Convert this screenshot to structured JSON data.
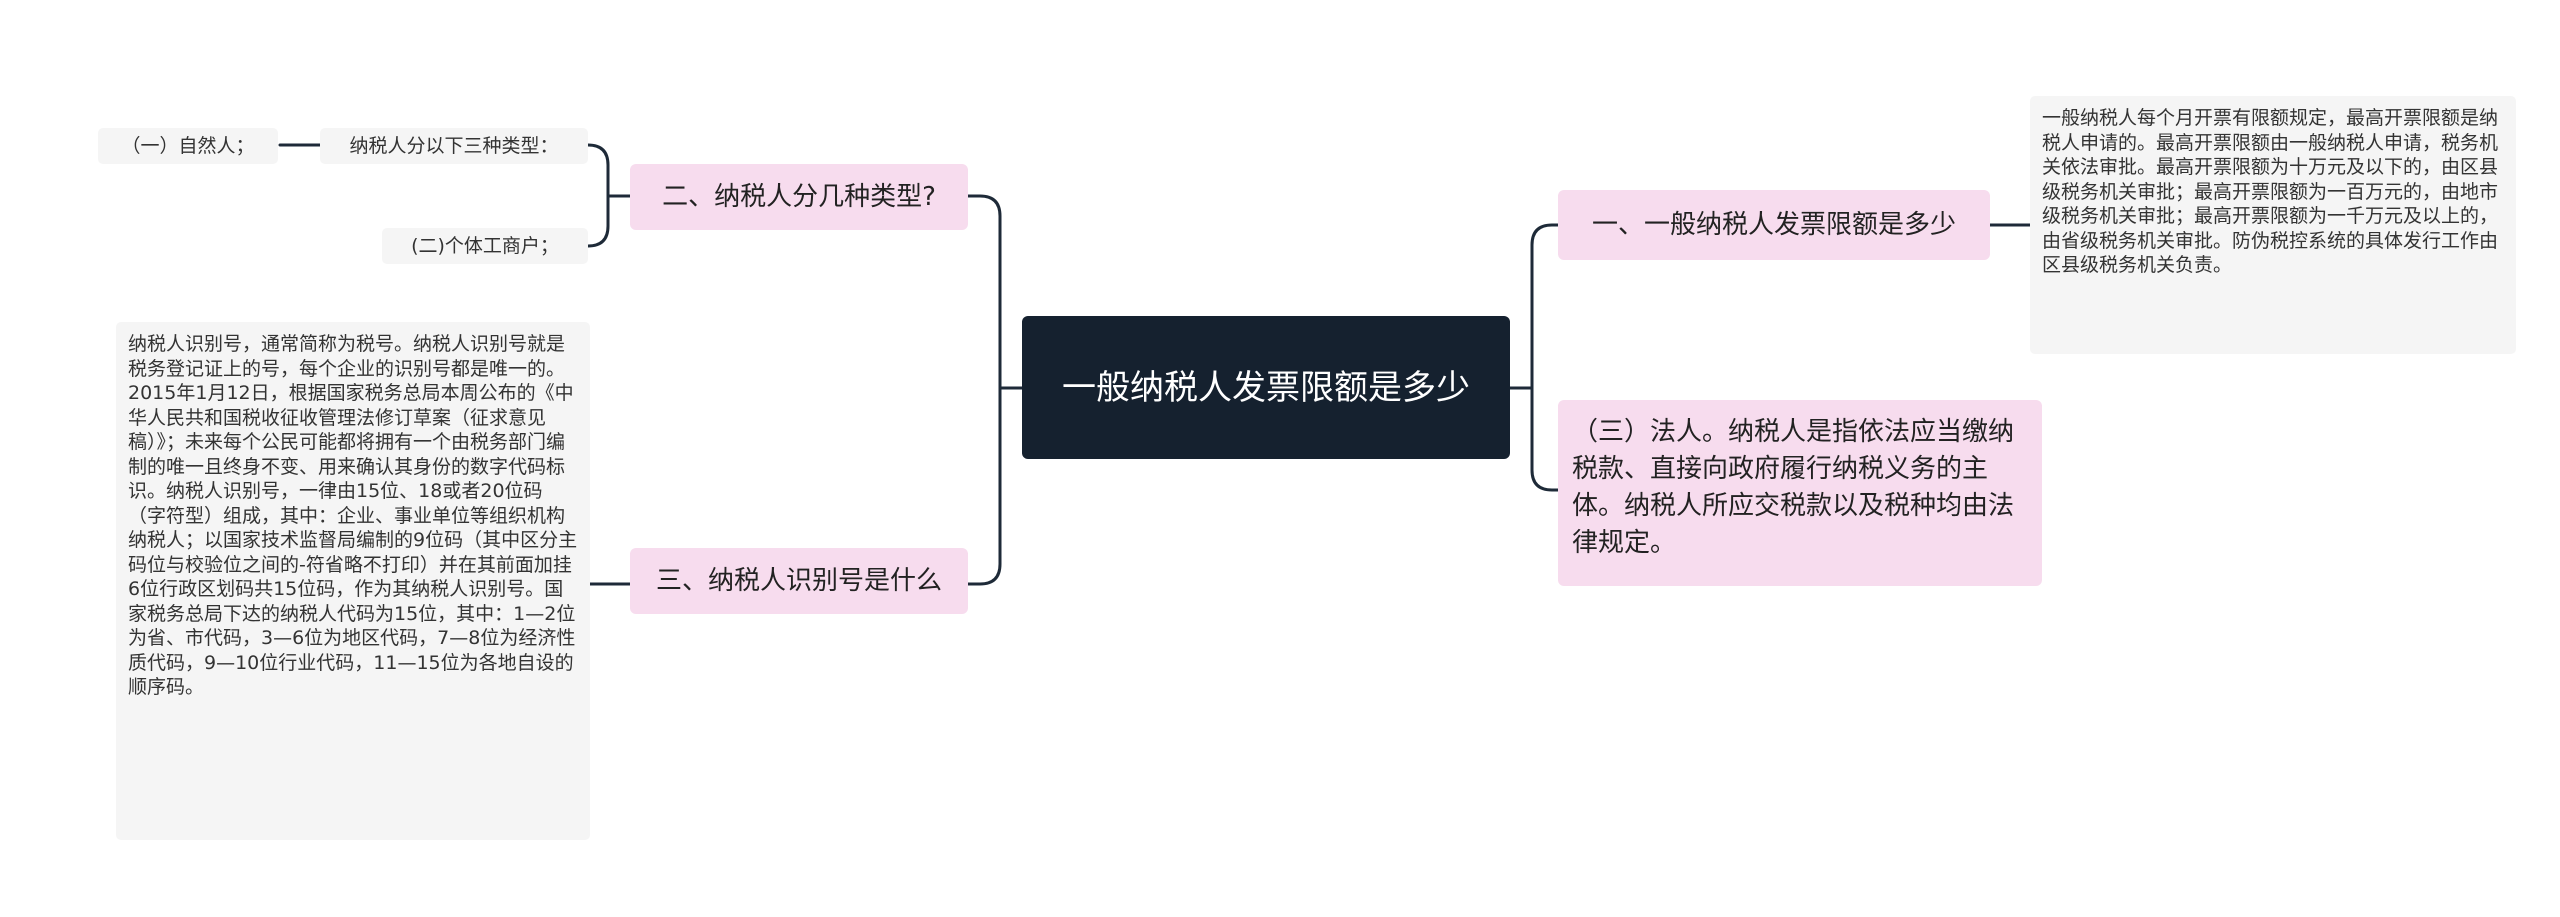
{
  "mindmap": {
    "root": "一般纳税人发票限额是多少",
    "left": [
      {
        "label": "二、纳税人分几种类型?",
        "children": [
          {
            "label": "纳税人分以下三种类型：",
            "children": [
              {
                "label": "（一）自然人；"
              }
            ]
          },
          {
            "label": "(二)个体工商户；"
          }
        ]
      },
      {
        "label": "三、纳税人识别号是什么",
        "children": [
          {
            "label": "纳税人识别号，通常简称为税号。纳税人识别号就是税务登记证上的号，每个企业的识别号都是唯一的。2015年1月12日，根据国家税务总局本周公布的《中华人民共和国税收征收管理法修订草案（征求意见稿）》；未来每个公民可能都将拥有一个由税务部门编制的唯一且终身不变、用来确认其身份的数字代码标识。纳税人识别号，一律由15位、18或者20位码（字符型）组成，其中：企业、事业单位等组织机构纳税人；以国家技术监督局编制的9位码（其中区分主码位与校验位之间的-符省略不打印）并在其前面加挂6位行政区划码共15位码，作为其纳税人识别号。国家税务总局下达的纳税人代码为15位，其中：1—2位为省、市代码，3—6位为地区代码，7—8位为经济性质代码，9—10位行业代码，11—15位为各地自设的顺序码。"
          }
        ]
      }
    ],
    "right": [
      {
        "label": "一、一般纳税人发票限额是多少",
        "children": [
          {
            "label": "一般纳税人每个月开票有限额规定，最高开票限额是纳税人申请的。最高开票限额由一般纳税人申请，税务机关依法审批。最高开票限额为十万元及以下的，由区县级税务机关审批；最高开票限额为一百万元的，由地市级税务机关审批；最高开票限额为一千万元及以上的，由省级税务机关审批。防伪税控系统的具体发行工作由区县级税务机关负责。"
          }
        ]
      },
      {
        "label": "（三）法人。纳税人是指依法应当缴纳税款、直接向政府履行纳税义务的主体。纳税人所应交税款以及税种均由法律规定。"
      }
    ],
    "colors": {
      "root_bg": "#15212f",
      "branch_bg": "#f7dcee",
      "leaf_bg": "#f5f5f5",
      "line": "#1e2a38"
    }
  }
}
